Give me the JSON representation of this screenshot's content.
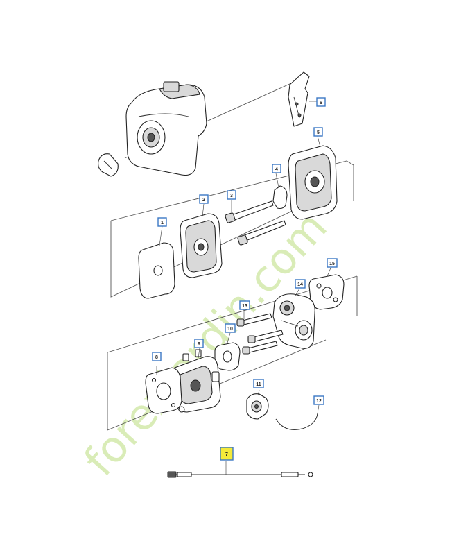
{
  "diagram": {
    "callouts": [
      {
        "id": "callout-1",
        "label": "1"
      },
      {
        "id": "callout-2",
        "label": "2"
      },
      {
        "id": "callout-3",
        "label": "3"
      },
      {
        "id": "callout-4",
        "label": "4"
      },
      {
        "id": "callout-5",
        "label": "5"
      },
      {
        "id": "callout-6",
        "label": "6"
      },
      {
        "id": "callout-7",
        "label": "7",
        "highlight": true
      },
      {
        "id": "callout-8",
        "label": "8"
      },
      {
        "id": "callout-9",
        "label": "9"
      },
      {
        "id": "callout-10",
        "label": "10"
      },
      {
        "id": "callout-11",
        "label": "11"
      },
      {
        "id": "callout-12",
        "label": "12"
      },
      {
        "id": "callout-13",
        "label": "13"
      },
      {
        "id": "callout-14",
        "label": "14"
      },
      {
        "id": "callout-15",
        "label": "15"
      }
    ],
    "watermark": "forexjardin.com",
    "colors": {
      "callout_border": "#3b78c4",
      "callout_highlight": "#f4ea3a",
      "watermark": "#cde6a0",
      "line": "#222222"
    }
  }
}
